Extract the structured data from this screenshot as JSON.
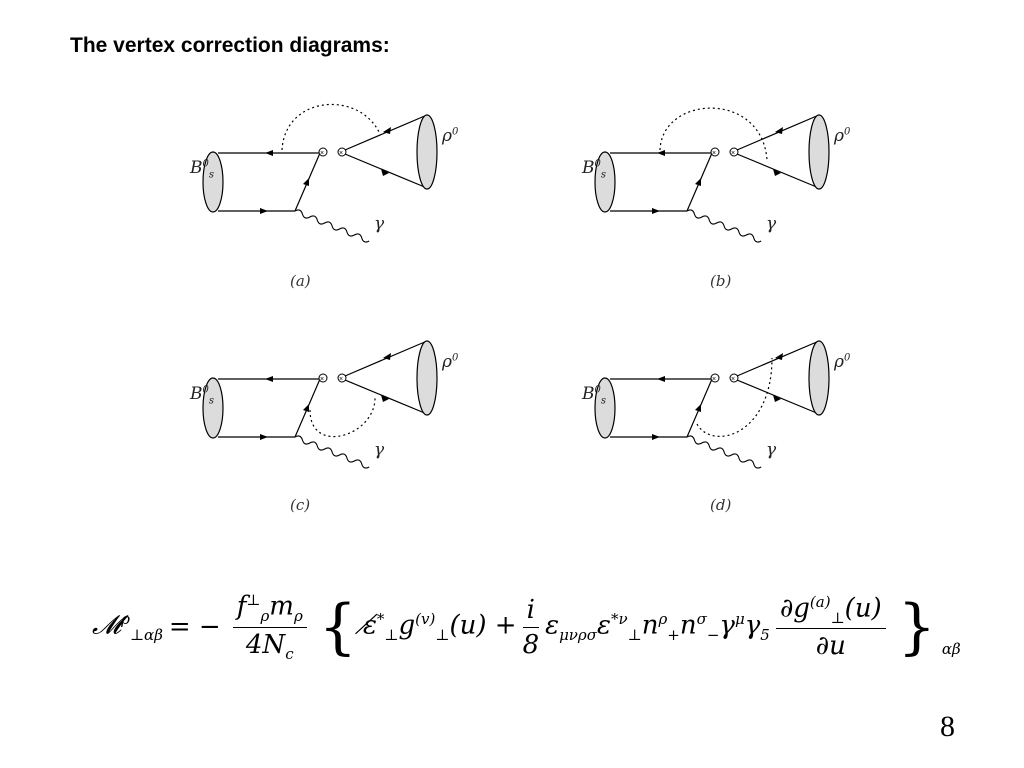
{
  "title": "The vertex correction diagrams:",
  "labels": {
    "meson_initial": "B",
    "meson_initial_sup": "0",
    "meson_initial_sub": "s",
    "meson_final": "ρ",
    "meson_final_sup": "0",
    "photon": "γ"
  },
  "captions": [
    "(a)",
    "(b)",
    "(c)",
    "(d)"
  ],
  "formula": {
    "lhs": "𝓜",
    "lhs_sup": "ρ",
    "lhs_sub": "⊥αβ",
    "equals": "= −",
    "frac1_num": "f",
    "frac1_num_sup": "⊥",
    "frac1_num_sub": "ρ",
    "frac1_num_tail": "m",
    "frac1_num_tail_sub": "ρ",
    "frac1_den": "4N",
    "frac1_den_sub": "c",
    "open_brace": "{",
    "term1": "ε̸",
    "term1_sup": "*",
    "term1_sub": "⊥",
    "term1_g": "g",
    "term1_g_sup": "(v)",
    "term1_g_sub": "⊥",
    "term1_arg": "(u) +",
    "frac2_num": "i",
    "frac2_den": "8",
    "term2": "ε",
    "term2_sub": "μνρσ",
    "term2_eps": "ε",
    "term2_eps_sup": "*ν",
    "term2_eps_sub": "⊥",
    "term2_n1": "n",
    "term2_n1_sup": "ρ",
    "term2_n1_sub": "+",
    "term2_n2": "n",
    "term2_n2_sup": "σ",
    "term2_n2_sub": "−",
    "term2_gamma": "γ",
    "term2_gamma_sup": "μ",
    "term2_gamma5": "γ",
    "term2_gamma5_sub": "5",
    "frac3_num": "∂g",
    "frac3_num_sup": "(a)",
    "frac3_num_sub": "⊥",
    "frac3_num_tail": "(u)",
    "frac3_den": "∂u",
    "close_brace": "}",
    "trail_sub": "αβ"
  },
  "page_number": "8"
}
